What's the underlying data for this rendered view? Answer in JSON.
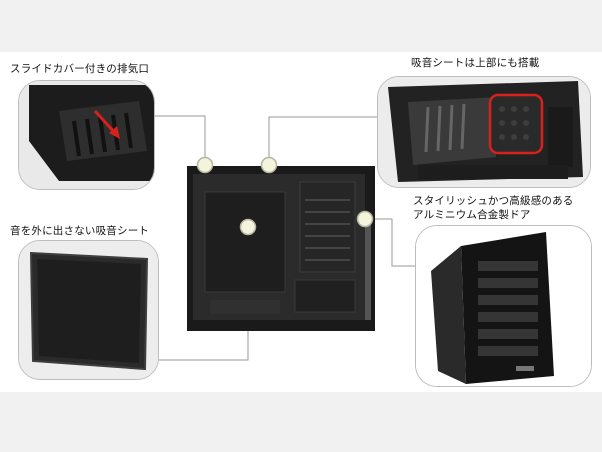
{
  "callouts": {
    "exhaust": {
      "caption": "スライドカバー付きの排気口"
    },
    "top_foam": {
      "caption": "吸音シートは上部にも搭載"
    },
    "side_foam": {
      "caption": "音を外に出さない吸音シート"
    },
    "door": {
      "caption_line1": "スタイリッシュかつ高級感のある",
      "caption_line2": "アルミニウム合金製ドア"
    }
  },
  "colors": {
    "panel_border": "#bdbdbd",
    "connector_line": "#9a9a9a",
    "marker_fill": "#f4f4dc",
    "highlight_red": "#d8201c",
    "case_black": "#1a1a1a"
  },
  "icons": {
    "marker": "circle-marker-icon",
    "arrow": "red-arrow-icon"
  }
}
